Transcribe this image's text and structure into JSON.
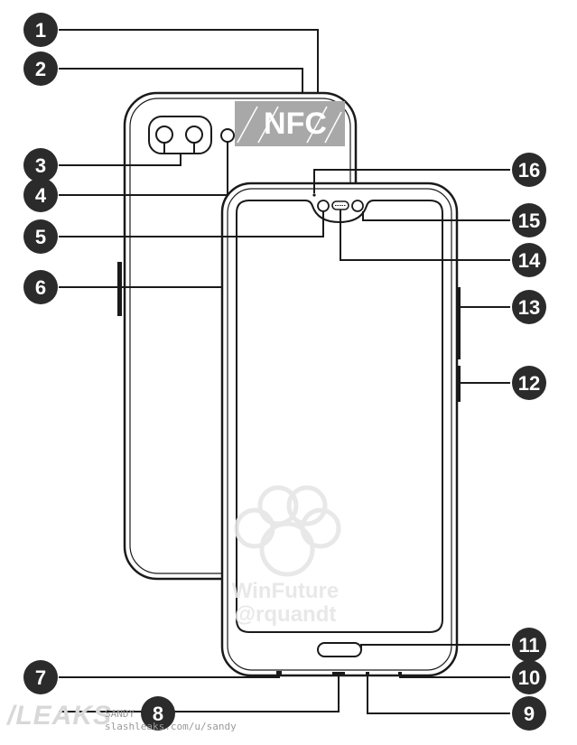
{
  "callouts": [
    "1",
    "2",
    "3",
    "4",
    "5",
    "6",
    "7",
    "8",
    "9",
    "10",
    "11",
    "12",
    "13",
    "14",
    "15",
    "16"
  ],
  "nfc_label": "NFC",
  "watermark": {
    "line1": "WinFuture",
    "line2": "@rquandt"
  },
  "credit": {
    "brand": "/LEAKS",
    "handle": "SANDY",
    "url": "slashleaks.com/u/sandy"
  },
  "colors": {
    "outline": "#1a1a1a",
    "callout_fill": "#2b2b2b",
    "nfc_band": "#a8a8a8"
  }
}
